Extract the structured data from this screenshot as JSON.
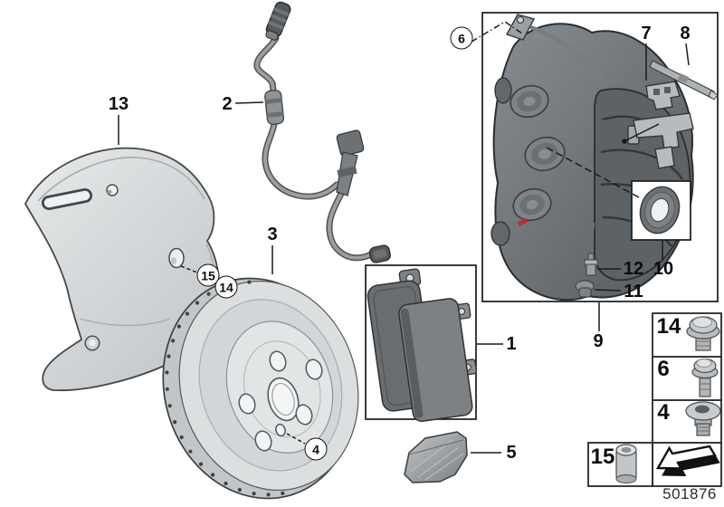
{
  "figure": {
    "number": "501876"
  },
  "callouts": {
    "c1": "1",
    "c2": "2",
    "c3": "3",
    "c4": "4",
    "c5": "5",
    "c6": "6",
    "c7": "7",
    "c8": "8",
    "c9": "9",
    "c10": "10",
    "c11": "11",
    "c12": "12",
    "c13": "13",
    "c14": "14",
    "c15": "15"
  },
  "legend": {
    "rows": [
      {
        "label": "14",
        "icon": "hex-flange-bolt-short"
      },
      {
        "label": "6",
        "icon": "hex-flange-bolt-long"
      },
      {
        "label": "4",
        "icon": "countersunk-plug-screw"
      }
    ],
    "sleeve_row": {
      "label": "15",
      "icon": "spacer-sleeve"
    },
    "arrow_icon": "direction-arrow"
  },
  "colors": {
    "line": "#1b1b1b",
    "part_light": "#d8dbdd",
    "caliper_dark": "#60656a",
    "red_mark": "#b5302c"
  }
}
